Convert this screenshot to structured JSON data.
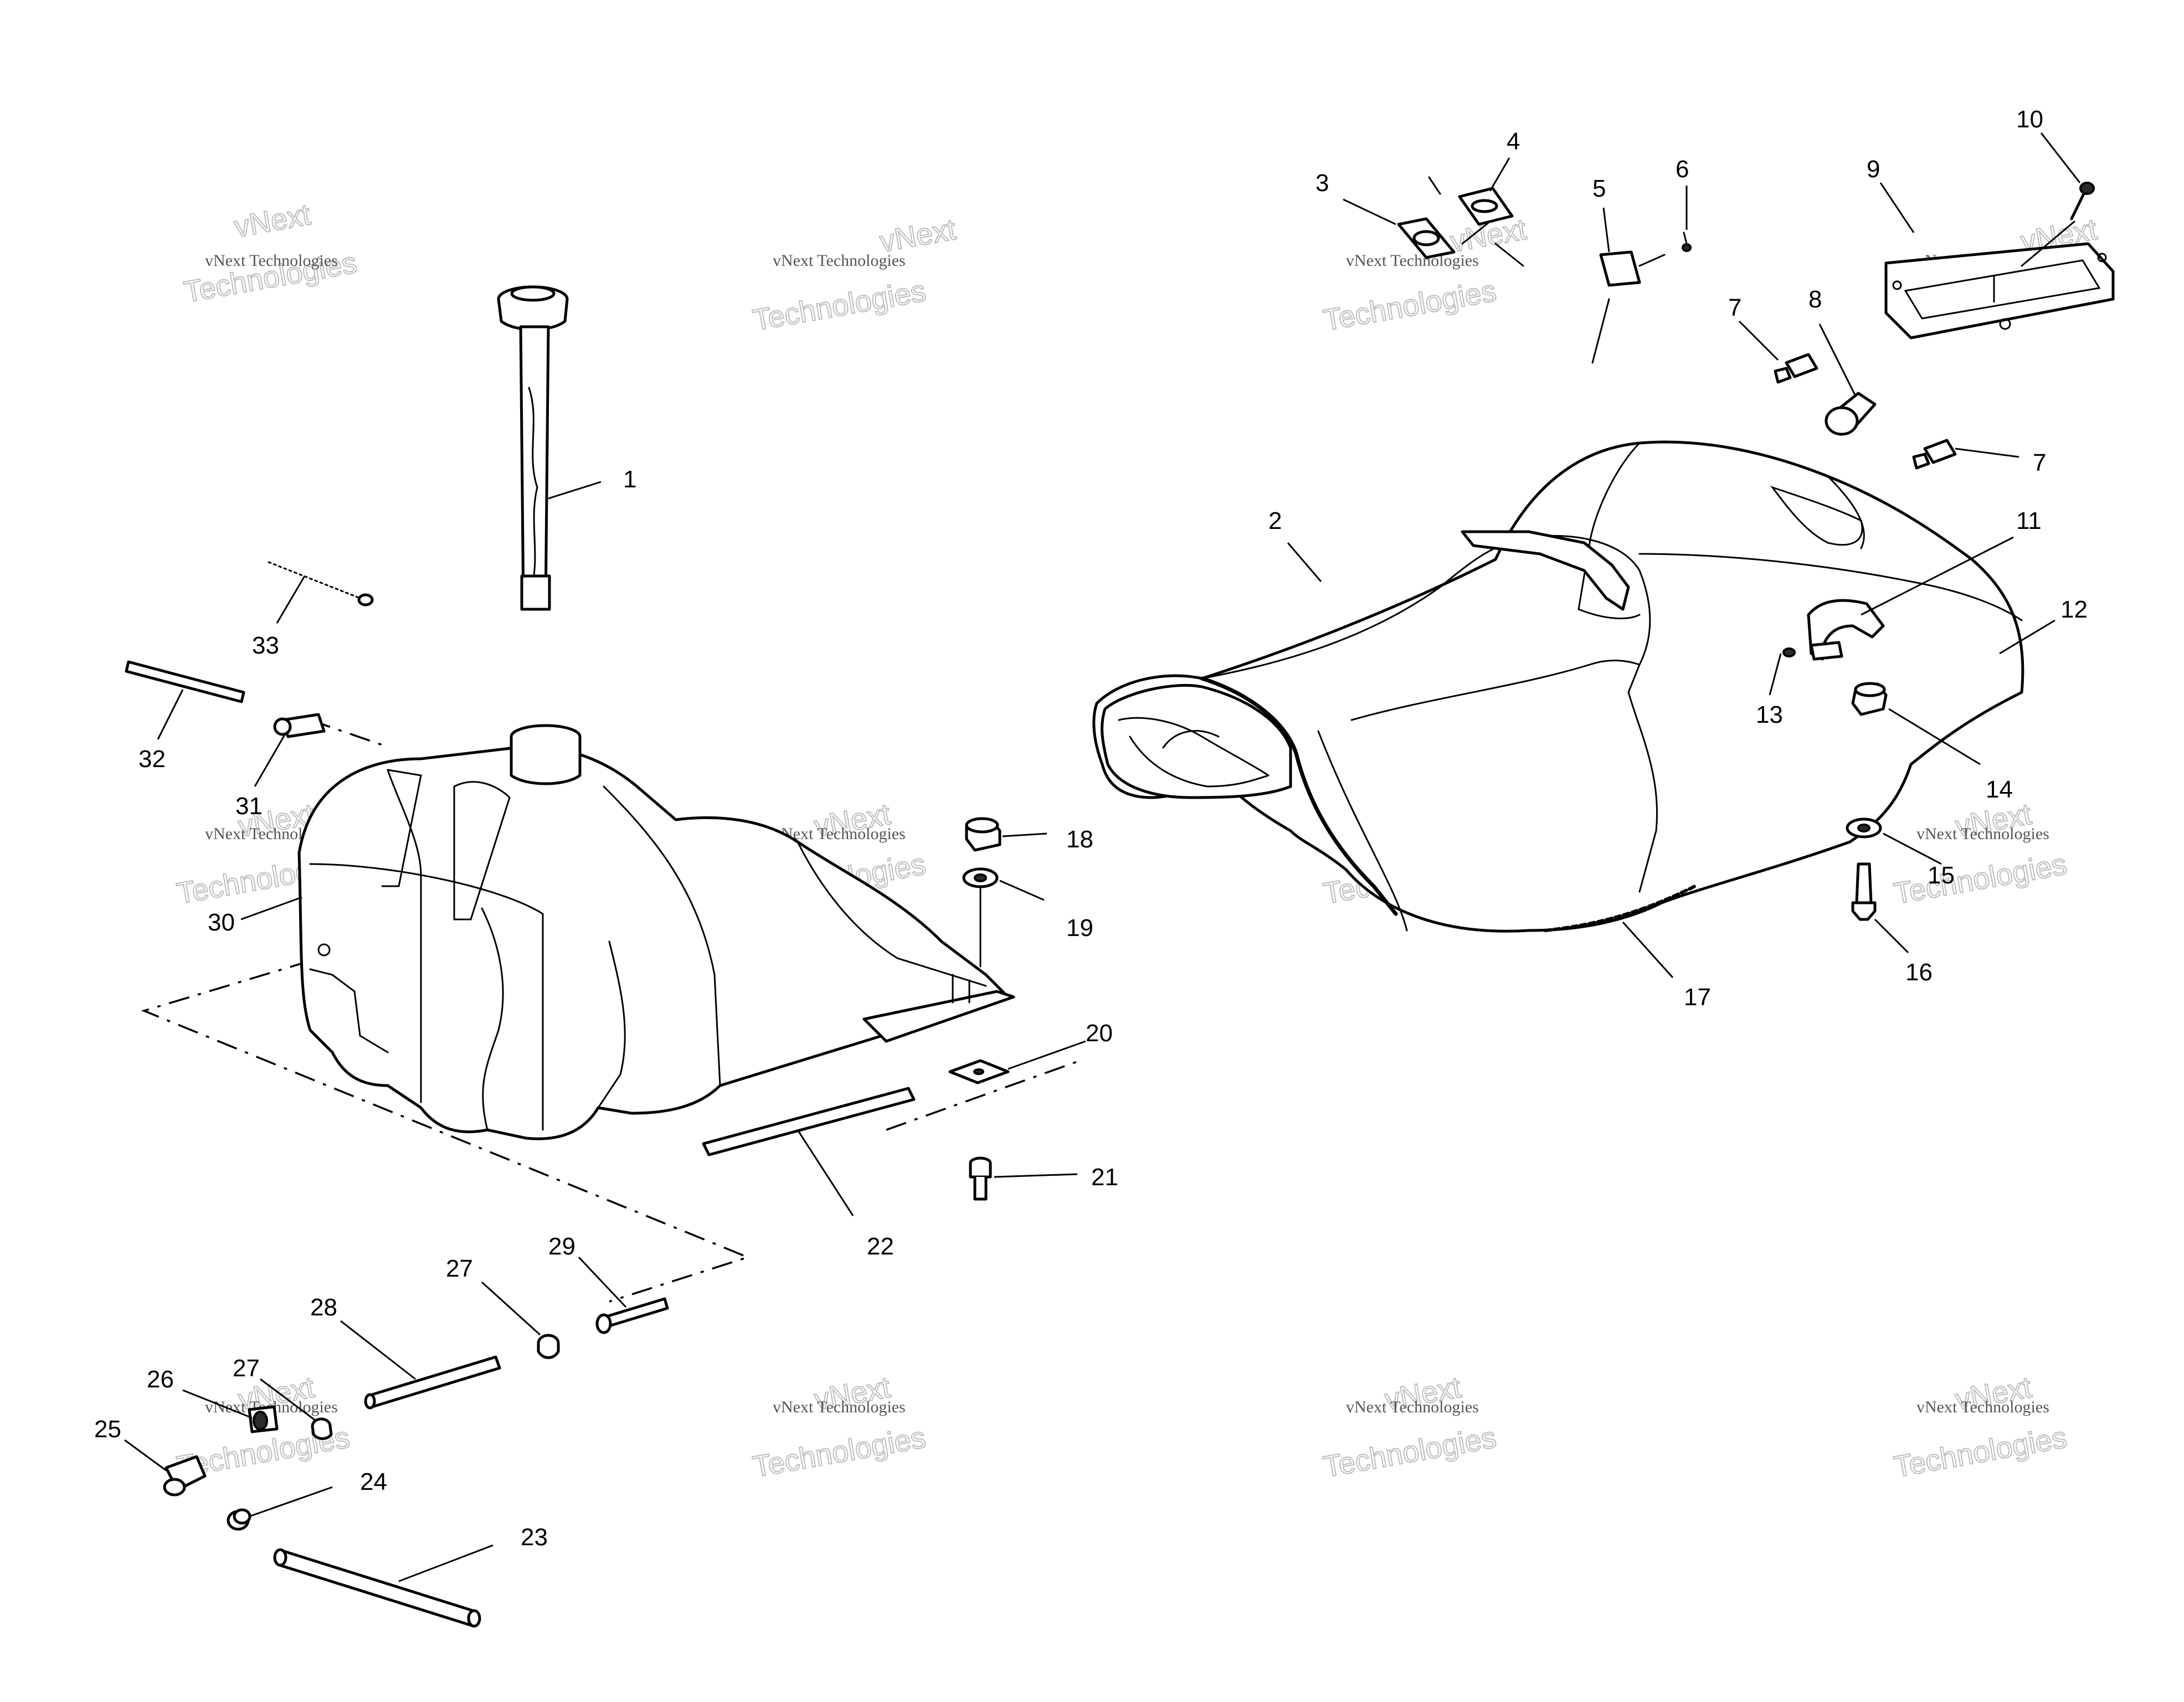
{
  "watermark": {
    "line1": "vNext Technologies",
    "line2": "vNext",
    "line3": "Technologies"
  },
  "callouts": [
    "1",
    "2",
    "3",
    "4",
    "5",
    "6",
    "7",
    "8",
    "9",
    "10",
    "11",
    "12",
    "13",
    "14",
    "15",
    "16",
    "17",
    "18",
    "19",
    "20",
    "21",
    "22",
    "23",
    "24",
    "25",
    "26",
    "27",
    "28",
    "29",
    "30",
    "31",
    "32",
    "33"
  ],
  "repeated_callouts": {
    "seven_second": "7",
    "twentyseven_second": "27"
  }
}
